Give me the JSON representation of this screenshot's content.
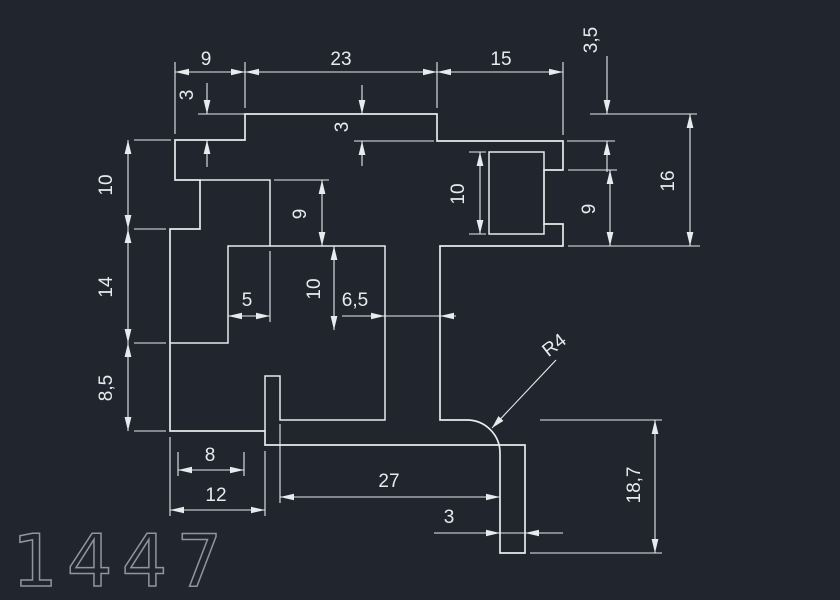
{
  "part_number": "1447",
  "colors": {
    "background": "#21252e",
    "line": "#e8eaed",
    "text": "#e8eaed",
    "part_number": "#8f96a0"
  },
  "dimensions": {
    "top_tab_width": "9",
    "top_mid_width": "23",
    "top_right_width": "15",
    "right_step_height": "3,5",
    "left_step_height": "3",
    "mid_step_height": "3",
    "left_upper_height": "10",
    "left_mid_height": "14",
    "left_lower_height": "8,5",
    "channel_inner_height": "10",
    "mid_pocket_height": "9",
    "right_notch_height": "9",
    "right_block_height": "16",
    "slot_width": "5",
    "center_height": "10",
    "leg_width": "6,5",
    "foot_width": "8",
    "foot_total_width": "12",
    "bottom_width": "27",
    "stem_width": "3",
    "right_lower_height": "18,7",
    "fillet_radius": "R4"
  }
}
